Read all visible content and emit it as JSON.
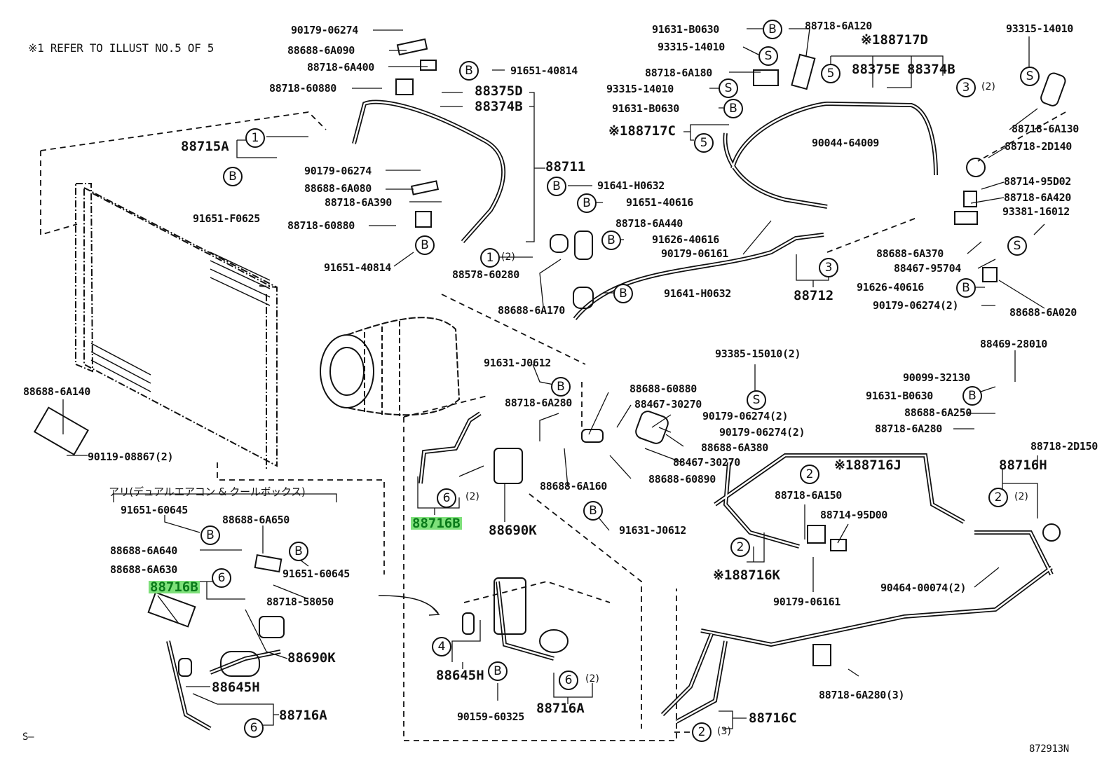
{
  "diagram": {
    "note": "※1 REFER TO ILLUST NO.5 OF 5",
    "illustration_code": "872913N",
    "corner_mark": "S–",
    "variant_header": "アリ(デュアルエアコン & クールボックス)",
    "highlight_color": "#7ee07a",
    "highlight_text_color": "#0a7a1a",
    "symbols": {
      "B": "B",
      "S": "S",
      "c1": "1",
      "c2": "2",
      "c3": "3",
      "c4": "4",
      "c5": "5",
      "c6": "6"
    },
    "quantities": {
      "q2": "(2)",
      "q3": "(3)"
    },
    "labels": {
      "p_90179_06274_a": "90179-06274",
      "p_88688_6A090": "88688-6A090",
      "p_88718_6A400": "88718-6A400",
      "p_91651_40814_a": "91651-40814",
      "p_88718_60880_a": "88718-60880",
      "p_88375D": "88375D",
      "p_88374B_a": "88374B",
      "p_88715A": "88715A",
      "p_90179_06274_b": "90179-06274",
      "p_88711": "88711",
      "p_88688_6A080": "88688-6A080",
      "p_88718_6A390": "88718-6A390",
      "p_91651_F0625": "91651-F0625",
      "p_88718_60880_b": "88718-60880",
      "p_91651_40814_b": "91651-40814",
      "p_88578_60280": "88578-60280",
      "p_91631_B0630_a": "91631-B0630",
      "p_93315_14010_a": "93315-14010",
      "p_88718_6A180": "88718-6A180",
      "p_93315_14010_b": "93315-14010",
      "p_91631_B0630_b": "91631-B0630",
      "p_88717C": "※188717C",
      "p_88718_6A120": "88718-6A120",
      "p_88717D": "※188717D",
      "p_88375E": "88375E",
      "p_88374B_b": "88374B",
      "p_93315_14010_c": "93315-14010",
      "p_90044_64009": "90044-64009",
      "p_88718_6A130": "88718-6A130",
      "p_88718_2D140": "88718-2D140",
      "p_88714_95D02": "88714-95D02",
      "p_88718_6A420": "88718-6A420",
      "p_93381_16012": "93381-16012",
      "p_88688_6A370": "88688-6A370",
      "p_88467_95704": "88467-95704",
      "p_91626_40616_b": "91626-40616",
      "p_90179_06274_2a": "90179-06274(2)",
      "p_88688_6A020": "88688-6A020",
      "p_91641_H0632_a": "91641-H0632",
      "p_91651_40616": "91651-40616",
      "p_88718_6A440": "88718-6A440",
      "p_91626_40616_a": "91626-40616",
      "p_90179_06161_a": "90179-06161",
      "p_91641_H0632_b": "91641-H0632",
      "p_88712": "88712",
      "p_88688_6A170": "88688-6A170",
      "p_88688_6A140": "88688-6A140",
      "p_90119_08867": "90119-08867(2)",
      "p_91631_J0612_a": "91631-J0612",
      "p_88718_6A280_a": "88718-6A280",
      "p_88688_60880": "88688-60880",
      "p_88467_30270_a": "88467-30270",
      "p_93385_15010": "93385-15010(2)",
      "p_90179_06274_2b": "90179-06274(2)",
      "p_90179_06274_2c": "90179-06274(2)",
      "p_88688_6A380": "88688-6A380",
      "p_88467_30270_b": "88467-30270",
      "p_88688_60890": "88688-60890",
      "p_88688_6A160": "88688-6A160",
      "p_91631_J0612_b": "91631-J0612",
      "p_88716B_a": "88716B",
      "p_88690K_a": "88690K",
      "p_88469_28010": "88469-28010",
      "p_90099_32130": "90099-32130",
      "p_91631_B0630_c": "91631-B0630",
      "p_88688_6A250": "88688-6A250",
      "p_88718_6A280_b": "88718-6A280",
      "p_88718_2D150": "88718-2D150",
      "p_88716J": "※188716J",
      "p_88716H": "88716H",
      "p_88718_6A150": "88718-6A150",
      "p_88714_95D00": "88714-95D00",
      "p_88716K": "※188716K",
      "p_90179_06161_b": "90179-06161",
      "p_90464_00074": "90464-00074(2)",
      "p_91651_60645_a": "91651-60645",
      "p_88688_6A650": "88688-6A650",
      "p_88688_6A640": "88688-6A640",
      "p_88688_6A630": "88688-6A630",
      "p_91651_60645_b": "91651-60645",
      "p_88716B_b": "88716B",
      "p_88718_58050": "88718-58050",
      "p_88690K_b": "88690K",
      "p_88645H_a": "88645H",
      "p_88716A_a": "88716A",
      "p_88645H_b": "88645H",
      "p_90159_60325": "90159-60325",
      "p_88716A_b": "88716A",
      "p_88718_6A280_3": "88718-6A280(3)",
      "p_88716C": "88716C"
    }
  }
}
